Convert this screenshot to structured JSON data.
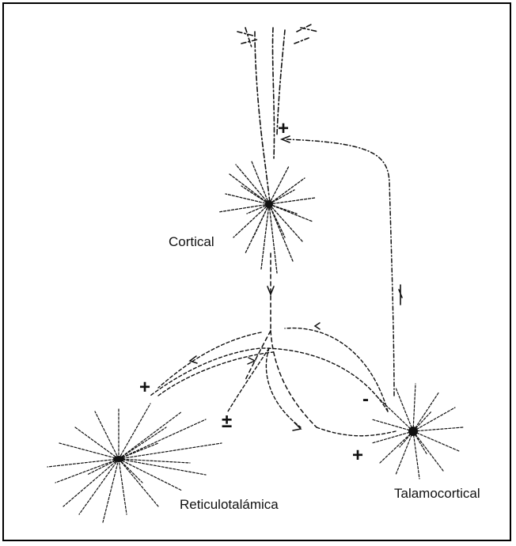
{
  "labels": {
    "cortical": "Cortical",
    "reticulotalamica": "Reticulotalámica",
    "talamocortical": "Talamocortical"
  },
  "signs": {
    "excitatory": "+",
    "inhibitory": "-",
    "mixed": "±"
  },
  "colors": {
    "ink": "#111111",
    "background": "#ffffff",
    "frame": "#000000"
  }
}
